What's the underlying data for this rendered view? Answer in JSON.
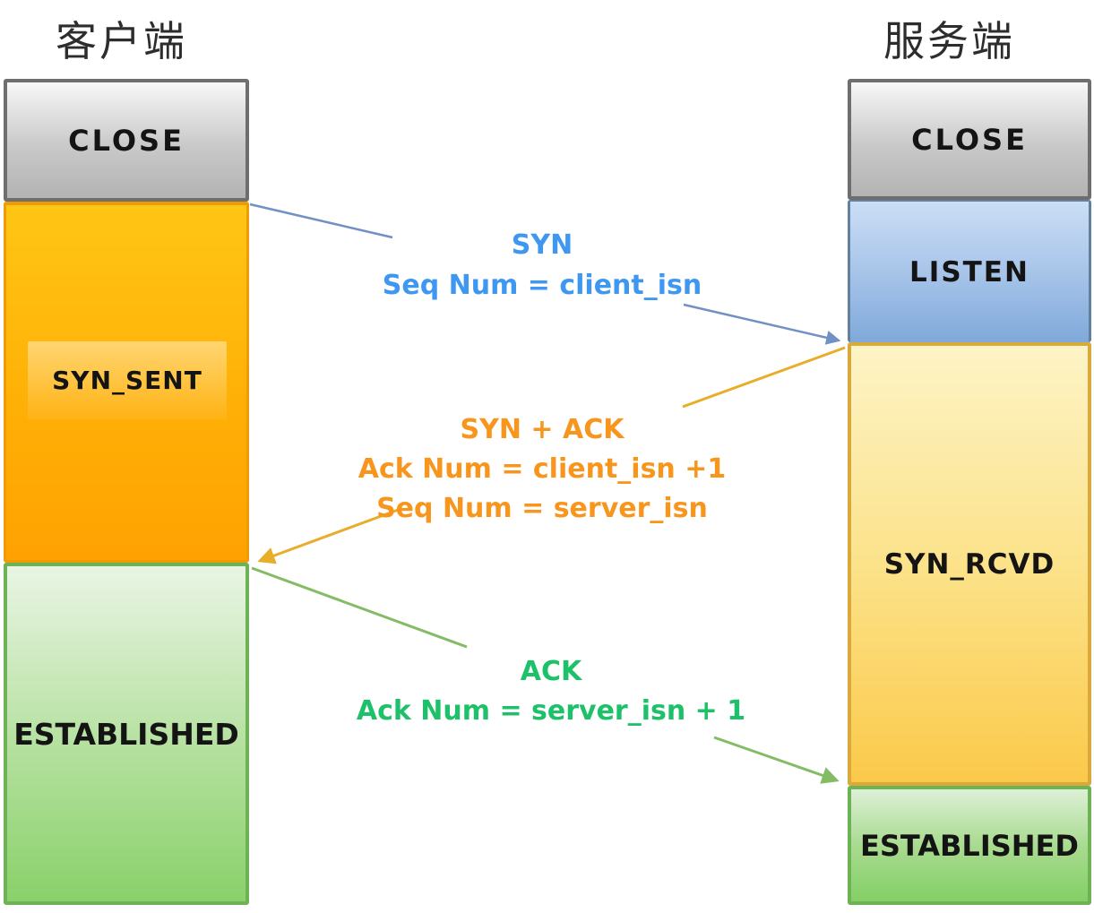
{
  "client": {
    "title": "客户端",
    "states": [
      {
        "label": "CLOSE"
      },
      {
        "label": "SYN_SENT"
      },
      {
        "label": "ESTABLISHED"
      }
    ]
  },
  "server": {
    "title": "服务端",
    "states": [
      {
        "label": "CLOSE"
      },
      {
        "label": "LISTEN"
      },
      {
        "label": "SYN_RCVD"
      },
      {
        "label": "ESTABLISHED"
      }
    ]
  },
  "messages": [
    {
      "id": "syn",
      "from": "client",
      "to": "server",
      "lines": [
        "SYN",
        "Seq Num = client_isn"
      ],
      "text_color": "#3e97f0",
      "line_color": "#7191c4"
    },
    {
      "id": "syn-ack",
      "from": "server",
      "to": "client",
      "lines": [
        "SYN + ACK",
        "Ack Num =  client_isn +1",
        "Seq Num = server_isn"
      ],
      "text_color": "#f8951d",
      "line_color": "#e8ae2a"
    },
    {
      "id": "ack",
      "from": "client",
      "to": "server",
      "lines": [
        "ACK",
        "Ack Num = server_isn + 1"
      ],
      "text_color": "#1cc169",
      "line_color": "#84bc66"
    }
  ],
  "colors": {
    "close_fill": "#c9c9c9",
    "close_border": "#6e6e6e",
    "syn_sent_fill": "#ffb007",
    "syn_sent_border": "#ee9b07",
    "listen_fill": "#a4c2e8",
    "listen_border": "#64809f",
    "syn_rcvd_fill": "#fce084",
    "syn_rcvd_border": "#d9a93c",
    "established_fill": "#8ad16a",
    "established_border": "#6db254"
  }
}
